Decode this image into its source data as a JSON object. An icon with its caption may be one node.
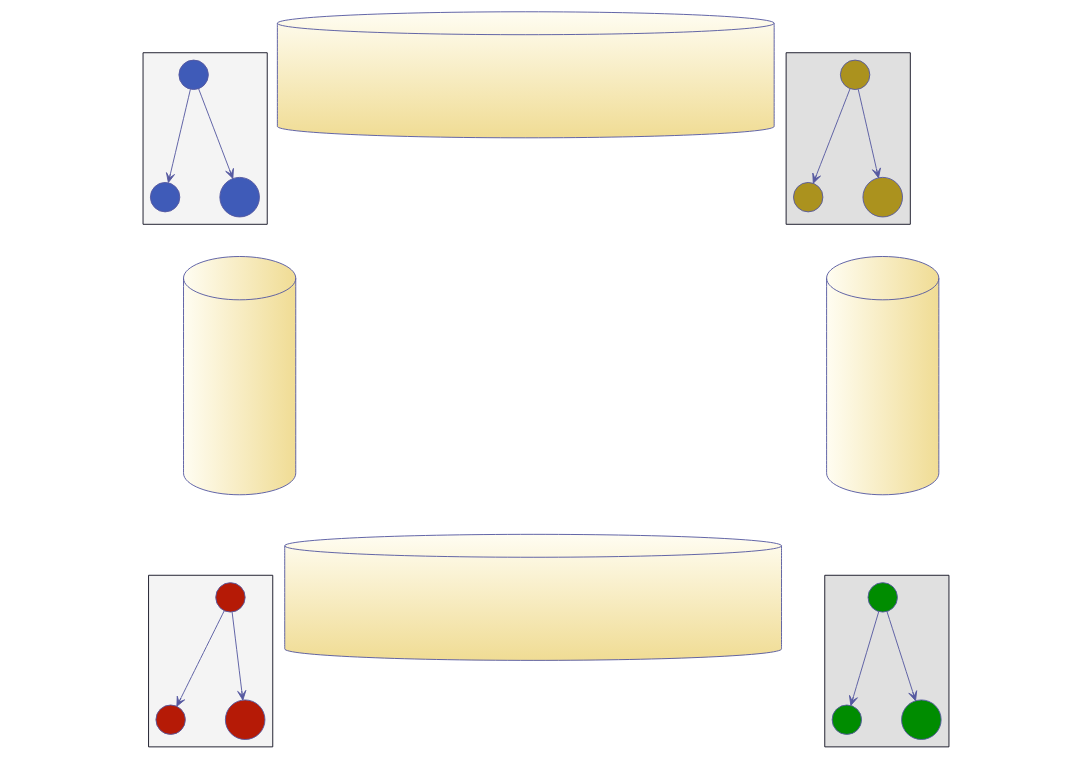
{
  "diagram": {
    "nodes": [
      {
        "text": [],
        "shape": "box"
      },
      {
        "text": [],
        "shape": "circle",
        "in": 0
      },
      {
        "text": [],
        "shape": "circle",
        "in": 0
      },
      {
        "text": [],
        "shape": "circle",
        "in": 0
      },
      {
        "text": [],
        "shape": "cylinder"
      },
      {
        "text": [],
        "shape": "box"
      },
      {
        "text": [],
        "shape": "circle",
        "in": 5
      },
      {
        "text": [],
        "shape": "circle",
        "in": 5
      },
      {
        "text": [],
        "shape": "circle",
        "in": 5
      },
      {
        "text": [],
        "shape": "cylinder"
      },
      {
        "text": [],
        "shape": "cylinder"
      },
      {
        "text": [],
        "shape": "box"
      },
      {
        "text": [],
        "shape": "circle",
        "in": 11
      },
      {
        "text": [],
        "shape": "circle",
        "in": 11
      },
      {
        "text": [],
        "shape": "circle",
        "in": 11
      },
      {
        "text": [],
        "shape": "cylinder"
      },
      {
        "text": [],
        "shape": "box"
      },
      {
        "text": [],
        "shape": "circle",
        "in": 16
      },
      {
        "text": [],
        "shape": "circle",
        "in": 16
      },
      {
        "text": [],
        "shape": "circle",
        "in": 16
      }
    ],
    "edges": [
      {
        "from": 1,
        "to": 2,
        "arrow": "to"
      },
      {
        "from": 1,
        "to": 3,
        "arrow": "to"
      },
      {
        "from": 7,
        "to": 6,
        "arrow": "to"
      },
      {
        "from": 7,
        "to": 8,
        "arrow": "to"
      },
      {
        "from": 12,
        "to": 13,
        "arrow": "to"
      },
      {
        "from": 12,
        "to": 14,
        "arrow": "to"
      },
      {
        "from": 17,
        "to": 18,
        "arrow": "to"
      },
      {
        "from": 17,
        "to": 19,
        "arrow": "to"
      }
    ]
  }
}
